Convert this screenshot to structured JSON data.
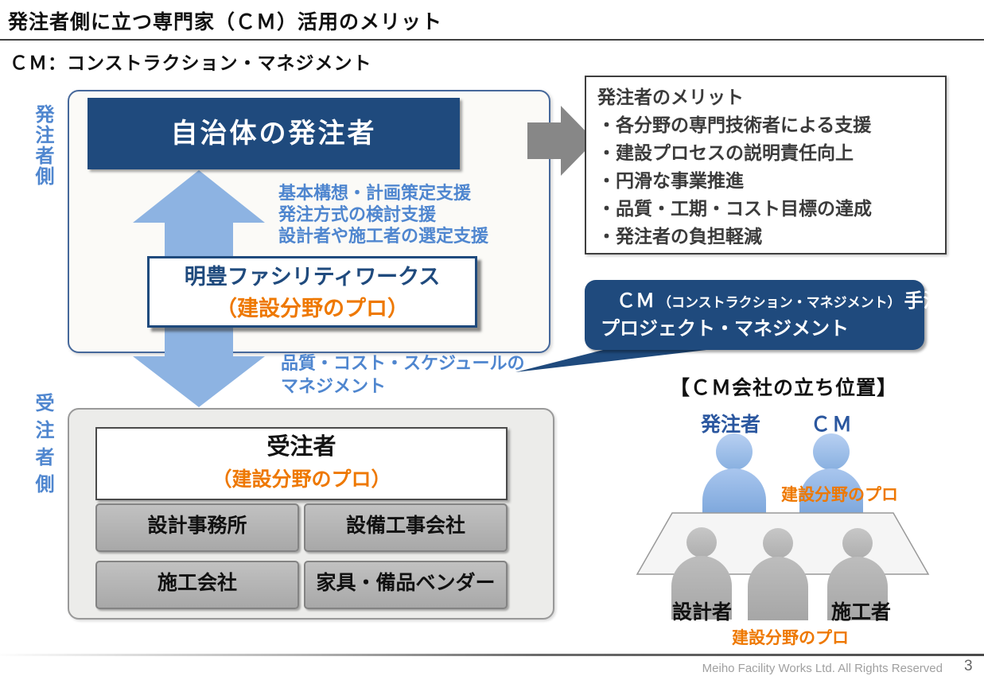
{
  "slide": {
    "title": "発注者側に立つ専門家（ＣＭ）活用のメリット",
    "subtitle": "ＣＭ：コンストラクション・マネジメント",
    "footer_text": "Meiho Facility Works Ltd. All Rights Reserved",
    "page_number": "3"
  },
  "owner_side": {
    "side_label": "発注者側",
    "owner_box_label": "自治体の発注者",
    "support_lines": [
      "基本構想・計画策定支援",
      "発注方式の検討支援",
      "設計者や施工者の選定支援"
    ],
    "cm_company_name": "明豊ファシリティワークス",
    "cm_company_sub": "（建設分野のプロ）",
    "management_line1": "品質・コスト・スケジュールの",
    "management_line2": "マネジメント"
  },
  "contractor_side": {
    "side_label": "受注者側",
    "contractor_name": "受注者",
    "contractor_sub": "（建設分野のプロ）",
    "vendors": [
      "設計事務所",
      "設備工事会社",
      "施工会社",
      "家具・備品ベンダー"
    ]
  },
  "merit_box": {
    "heading": "発注者のメリット",
    "items": [
      "・各分野の専門技術者による支援",
      "・建設プロセスの説明責任向上",
      "・円滑な事業推進",
      "・品質・工期・コスト目標の達成",
      "・発注者の負担軽減"
    ]
  },
  "callout": {
    "line1_head": "ＣＭ",
    "line1_paren": "（コンストラクション・マネジメント）",
    "line1_tail": "手法による",
    "line2": "プロジェクト・マネジメント"
  },
  "position_diagram": {
    "heading": "【ＣＭ会社の立ち位置】",
    "owner_label": "発注者",
    "cm_label": "ＣＭ",
    "cm_note": "建設分野のプロ",
    "designer_label": "設計者",
    "builder_label": "施工者",
    "bottom_note": "建設分野のプロ"
  },
  "colors": {
    "navy": "#1f4a7d",
    "arrow_blue": "#8db3e2",
    "text_blue": "#4f86cf",
    "diagram_label_blue": "#2b579f",
    "orange": "#ee7800",
    "arrow_gray": "#878787",
    "vendor_gray": "#b5b5b5"
  }
}
